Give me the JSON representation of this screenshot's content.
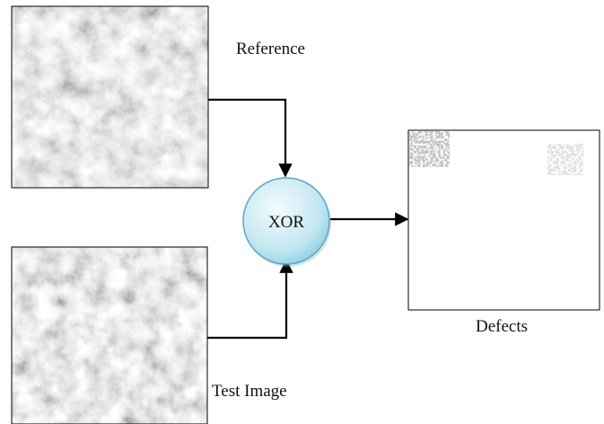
{
  "labels": {
    "reference": "Reference",
    "test_image": "Test Image",
    "xor": "XOR",
    "defects": "Defects"
  },
  "colors": {
    "xor_fill_light": "#f2fbfd",
    "xor_fill_dark": "#8fcfe3",
    "xor_stroke": "#5aa9c4",
    "arrow": "#000000",
    "texture_base": "#bdbdbd"
  },
  "icons": {
    "reference_image": "grayscale-texture-image",
    "test_image": "grayscale-texture-image",
    "defects_image": "defect-map-image"
  }
}
